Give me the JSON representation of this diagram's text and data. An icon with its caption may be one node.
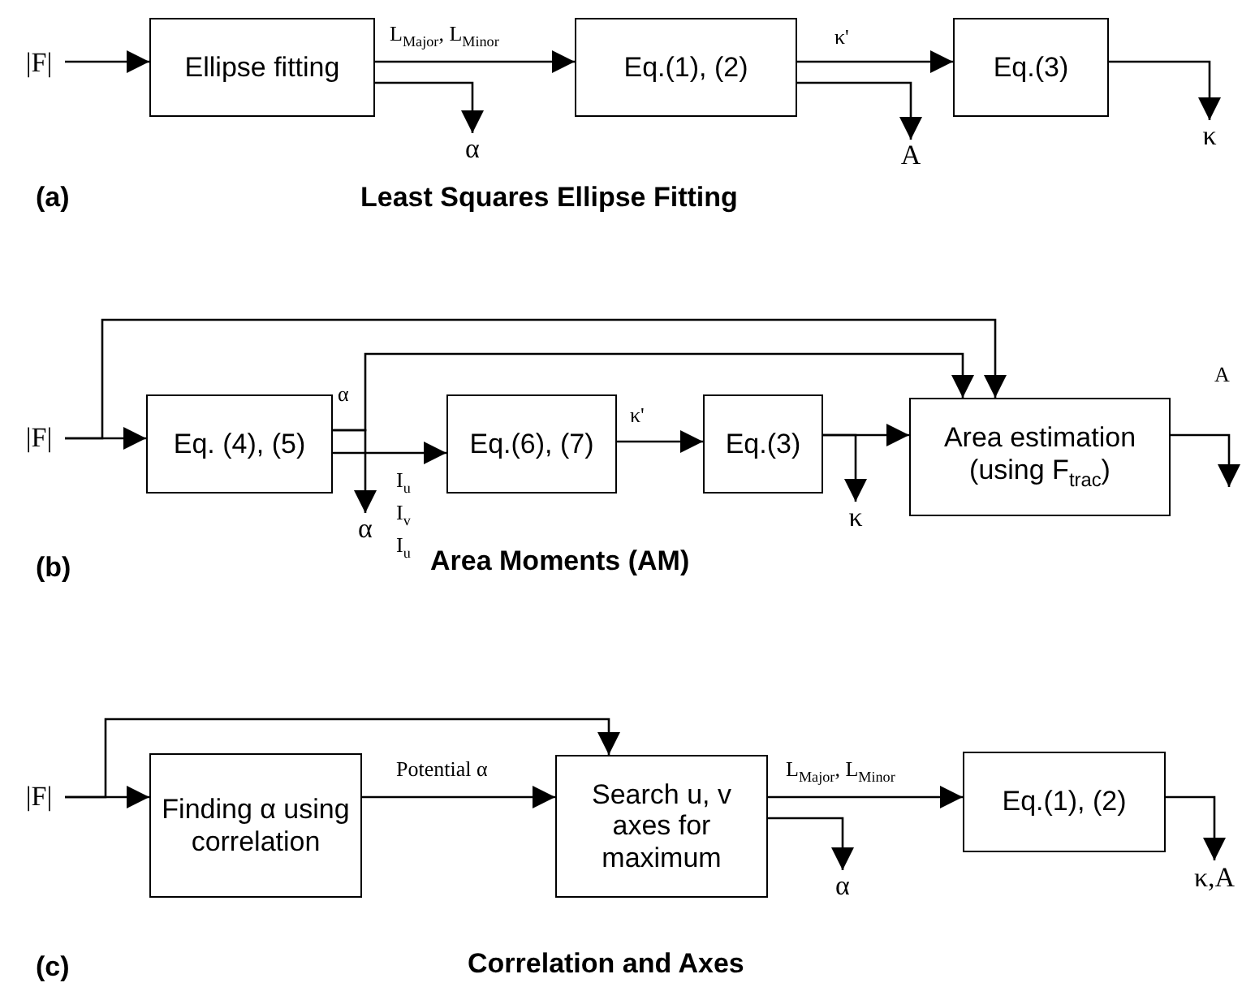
{
  "diagram": {
    "nodes": [
      {
        "text": [
          "|F|"
        ]
      },
      {
        "text": [
          "Ellipse fitting"
        ]
      },
      {
        "text": [
          "Eq.(1), (2)"
        ]
      },
      {
        "text": [
          "Eq.(3)"
        ]
      },
      {
        "text": [
          "α"
        ]
      },
      {
        "text": [
          "A"
        ]
      },
      {
        "text": [
          "κ"
        ]
      },
      {
        "text": [
          "|F|"
        ]
      },
      {
        "text": [
          "Eq. (4), (5)"
        ]
      },
      {
        "text": [
          "Eq.(6), (7)"
        ]
      },
      {
        "text": [
          "Eq.(3)"
        ]
      },
      {
        "text": [
          "Area estimation (using F$_{trac}$)"
        ]
      },
      {
        "text": [
          "α"
        ]
      },
      {
        "text": [
          "κ"
        ]
      },
      {
        "text": [
          "|F|"
        ]
      },
      {
        "text": [
          "Finding α using correlation"
        ]
      },
      {
        "text": [
          "Search u, v axes for maximum"
        ]
      },
      {
        "text": [
          "Eq.(1), (2)"
        ]
      },
      {
        "text": [
          "α"
        ]
      },
      {
        "text": [
          "κ,A"
        ]
      }
    ],
    "edges": [
      {
        "from": 0,
        "to": 1,
        "arrow": "to"
      },
      {
        "from": 1,
        "to": 2,
        "arrow": "to",
        "label": "L$_{Major}$, L$_{Minor}$"
      },
      {
        "from": 1,
        "to": 4,
        "arrow": "to"
      },
      {
        "from": 2,
        "to": 3,
        "arrow": "to",
        "label": "κ'"
      },
      {
        "from": 2,
        "to": 5,
        "arrow": "to"
      },
      {
        "from": 3,
        "to": 6,
        "arrow": "to"
      },
      {
        "from": 7,
        "to": 8,
        "arrow": "to"
      },
      {
        "from": 7,
        "to": 11,
        "arrow": "to"
      },
      {
        "from": 8,
        "to": 11,
        "arrow": "to",
        "label": "α"
      },
      {
        "from": 8,
        "to": 9,
        "arrow": "to",
        "label": "I$_{u}$ I$_{v}$ I$_{u}$"
      },
      {
        "from": 8,
        "to": 12,
        "arrow": "to"
      },
      {
        "from": 9,
        "to": 10,
        "arrow": "to",
        "label": "κ'"
      },
      {
        "from": 10,
        "to": 11,
        "arrow": "to"
      },
      {
        "from": 10,
        "to": 13,
        "arrow": "to"
      },
      {
        "from": 11,
        "to": null,
        "arrow": "to",
        "label": "A"
      },
      {
        "from": 14,
        "to": 15,
        "arrow": "to"
      },
      {
        "from": 14,
        "to": 16,
        "arrow": "to"
      },
      {
        "from": 15,
        "to": 16,
        "arrow": "to",
        "label": "Potential α"
      },
      {
        "from": 16,
        "to": 17,
        "arrow": "to",
        "label": "L$_{Major}$, L$_{Minor}$"
      },
      {
        "from": 16,
        "to": 18,
        "arrow": "to"
      },
      {
        "from": 17,
        "to": 19,
        "arrow": "to"
      }
    ],
    "labels": [
      "(a)",
      "Least Squares Ellipse Fitting",
      "(b)",
      "Area Moments (AM)",
      "(c)",
      "Correlation and Axes"
    ]
  }
}
